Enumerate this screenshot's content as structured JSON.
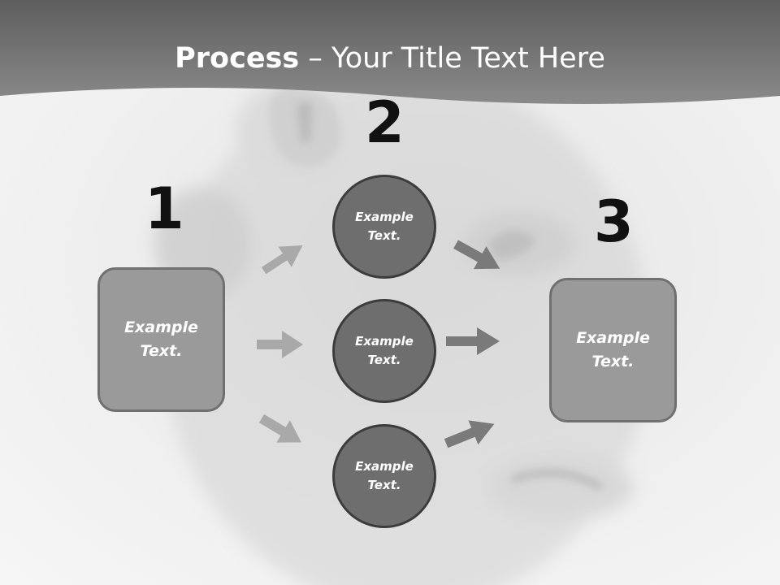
{
  "title": {
    "bold": "Process",
    "rest": " – Your Title Text Here"
  },
  "steps": [
    {
      "number": "1",
      "text": "Example Text."
    },
    {
      "number": "2",
      "text": "Example Text."
    },
    {
      "number": "3",
      "text": "Example Text."
    }
  ],
  "middle_nodes": [
    {
      "text": "Example Text."
    },
    {
      "text": "Example Text."
    },
    {
      "text": "Example Text."
    }
  ],
  "colors": {
    "header": "#6f6f6f",
    "box_fill": "#9a9a9a",
    "circle_fill": "#6e6e6e",
    "arrow_light": "#a9a9a9",
    "arrow_dark": "#7a7a7a"
  }
}
